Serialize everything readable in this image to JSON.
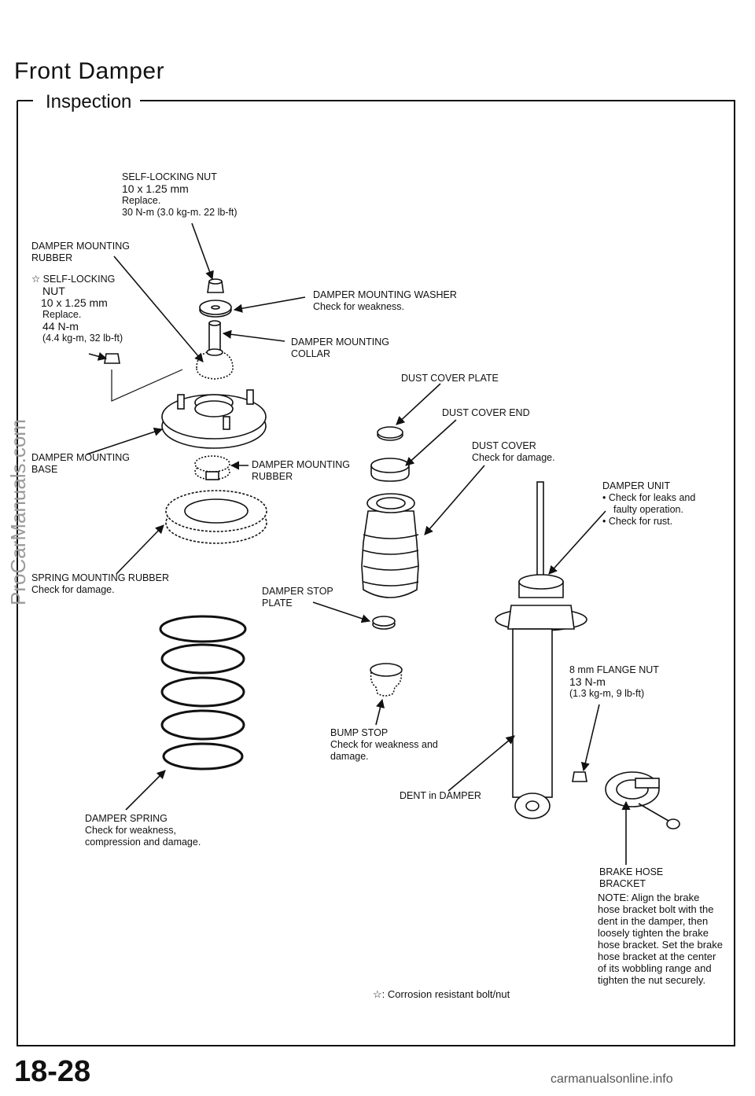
{
  "title": "Front Damper",
  "subtitle": "Inspection",
  "labels": {
    "self_locking_nut_top": [
      "SELF-LOCKING NUT",
      "10 x 1.25 mm",
      "Replace.",
      "30 N-m (3.0 kg-m. 22 lb-ft)"
    ],
    "damper_mounting_rubber_top": [
      "DAMPER MOUNTING",
      "RUBBER"
    ],
    "self_locking_nut_left": [
      "☆ SELF-LOCKING",
      "NUT",
      "10 x 1.25 mm",
      "Replace.",
      "44 N-m",
      "(4.4 kg-m, 32 lb-ft)"
    ],
    "damper_mounting_washer": [
      "DAMPER MOUNTING WASHER",
      "Check for weakness."
    ],
    "damper_mounting_collar": [
      "DAMPER MOUNTING",
      "COLLAR"
    ],
    "dust_cover_plate": [
      "DUST COVER PLATE"
    ],
    "dust_cover_end": [
      "DUST COVER END"
    ],
    "dust_cover": [
      "DUST COVER",
      "Check for damage."
    ],
    "damper_mounting_base": [
      "DAMPER MOUNTING",
      "BASE"
    ],
    "damper_mounting_rubber_mid": [
      "DAMPER MOUNTING",
      "RUBBER"
    ],
    "damper_unit": [
      "DAMPER UNIT",
      "• Check for leaks and",
      "faulty operation.",
      "• Check for rust."
    ],
    "spring_mounting_rubber": [
      "SPRING MOUNTING RUBBER",
      "Check for damage."
    ],
    "damper_stop_plate": [
      "DAMPER STOP",
      "PLATE"
    ],
    "flange_nut": [
      "8 mm FLANGE NUT",
      "13 N-m",
      "(1.3 kg-m, 9 lb-ft)"
    ],
    "bump_stop": [
      "BUMP STOP",
      "Check for weakness and",
      "damage."
    ],
    "dent_in_damper": [
      "DENT in DAMPER"
    ],
    "damper_spring": [
      "DAMPER SPRING",
      "Check for weakness,",
      "compression and damage."
    ],
    "brake_hose_bracket": [
      "BRAKE HOSE",
      "BRACKET"
    ],
    "note": "NOTE: Align the brake hose bracket bolt with the dent in the damper, then loosely tighten the brake hose bracket. Set the brake hose bracket at the center of its wobbling range and tighten the nut securely.",
    "legend": "☆: Corrosion resistant bolt/nut"
  },
  "page_number": "18-28",
  "footer": "carmanualsonline.info",
  "watermark": "ProCarManuals.com"
}
